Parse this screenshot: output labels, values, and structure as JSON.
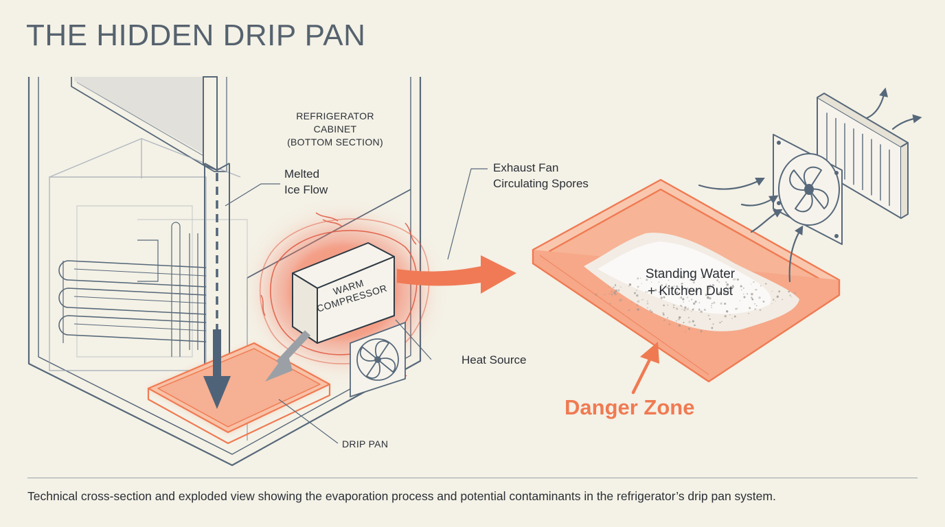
{
  "title": "THE HIDDEN DRIP PAN",
  "labels": {
    "cabinet_line1": "REFRIGERATOR",
    "cabinet_line2": "CABINET",
    "cabinet_line3": "(BOTTOM SECTION)",
    "melted_line1": "Melted",
    "melted_line2": "Ice Flow",
    "exhaust_line1": "Exhaust Fan",
    "exhaust_line2": "Circulating Spores",
    "compressor_line1": "WARM",
    "compressor_line2": "COMPRESSOR",
    "heat_source": "Heat Source",
    "drip_pan": "DRIP PAN",
    "standing_line1": "Standing Water",
    "standing_line2": "+ Kitchen Dust",
    "danger_zone": "Danger Zone"
  },
  "caption": "Technical cross-section and exploded view showing the evaporation process and potential contaminants in the refrigerator’s drip pan system.",
  "colors": {
    "background": "#f4f1e6",
    "line": "#56687a",
    "accent": "#ef7a52",
    "accent_fill": "#f7b79c",
    "heat_glow": "#f26a4f",
    "flow_arrow": "#4f6378"
  },
  "icons": [
    "fan-icon",
    "vent-grille-icon",
    "heat-wave-icon",
    "arrow-icon"
  ]
}
